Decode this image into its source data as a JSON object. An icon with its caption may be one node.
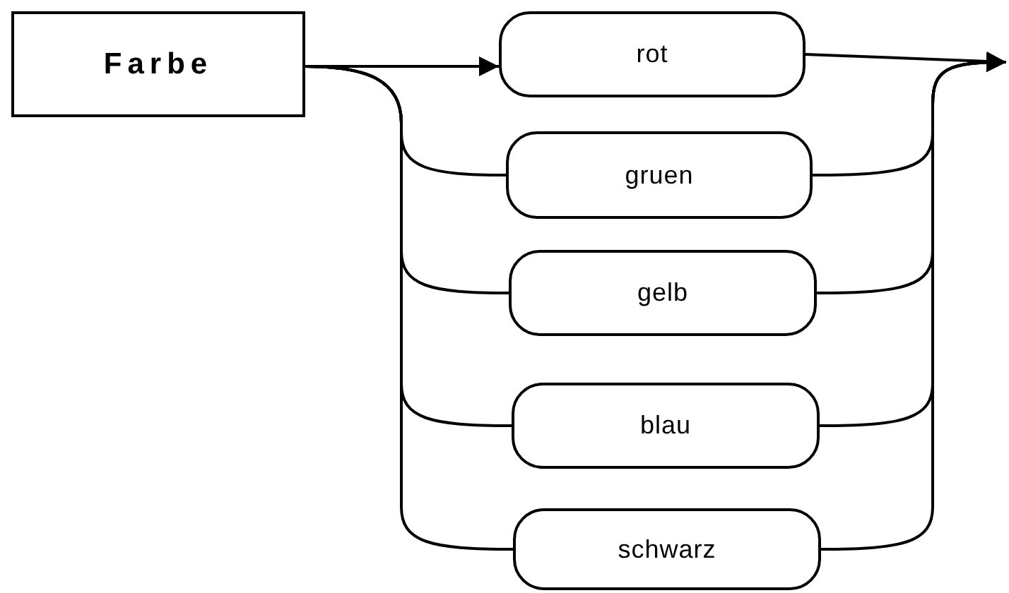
{
  "diagram": {
    "nodes": [
      {
        "text": [
          "Farbe"
        ]
      },
      {
        "text": [
          "rot"
        ]
      },
      {
        "text": [
          "gruen"
        ]
      },
      {
        "text": [
          "gelb"
        ]
      },
      {
        "text": [
          "blau"
        ]
      },
      {
        "text": [
          "schwarz"
        ]
      }
    ],
    "edges": [
      {
        "from": 0,
        "to": 1,
        "arrow": "to"
      },
      {
        "from": 0,
        "to": 2,
        "arrow": "none"
      },
      {
        "from": 0,
        "to": 3,
        "arrow": "none"
      },
      {
        "from": 0,
        "to": 4,
        "arrow": "none"
      },
      {
        "from": 0,
        "to": 5,
        "arrow": "none"
      },
      {
        "from": 1,
        "to": null,
        "arrow": "to"
      },
      {
        "from": 2,
        "to": null,
        "arrow": "to"
      },
      {
        "from": 3,
        "to": null,
        "arrow": "to"
      },
      {
        "from": 4,
        "to": null,
        "arrow": "to"
      },
      {
        "from": 5,
        "to": null,
        "arrow": "to"
      }
    ]
  }
}
